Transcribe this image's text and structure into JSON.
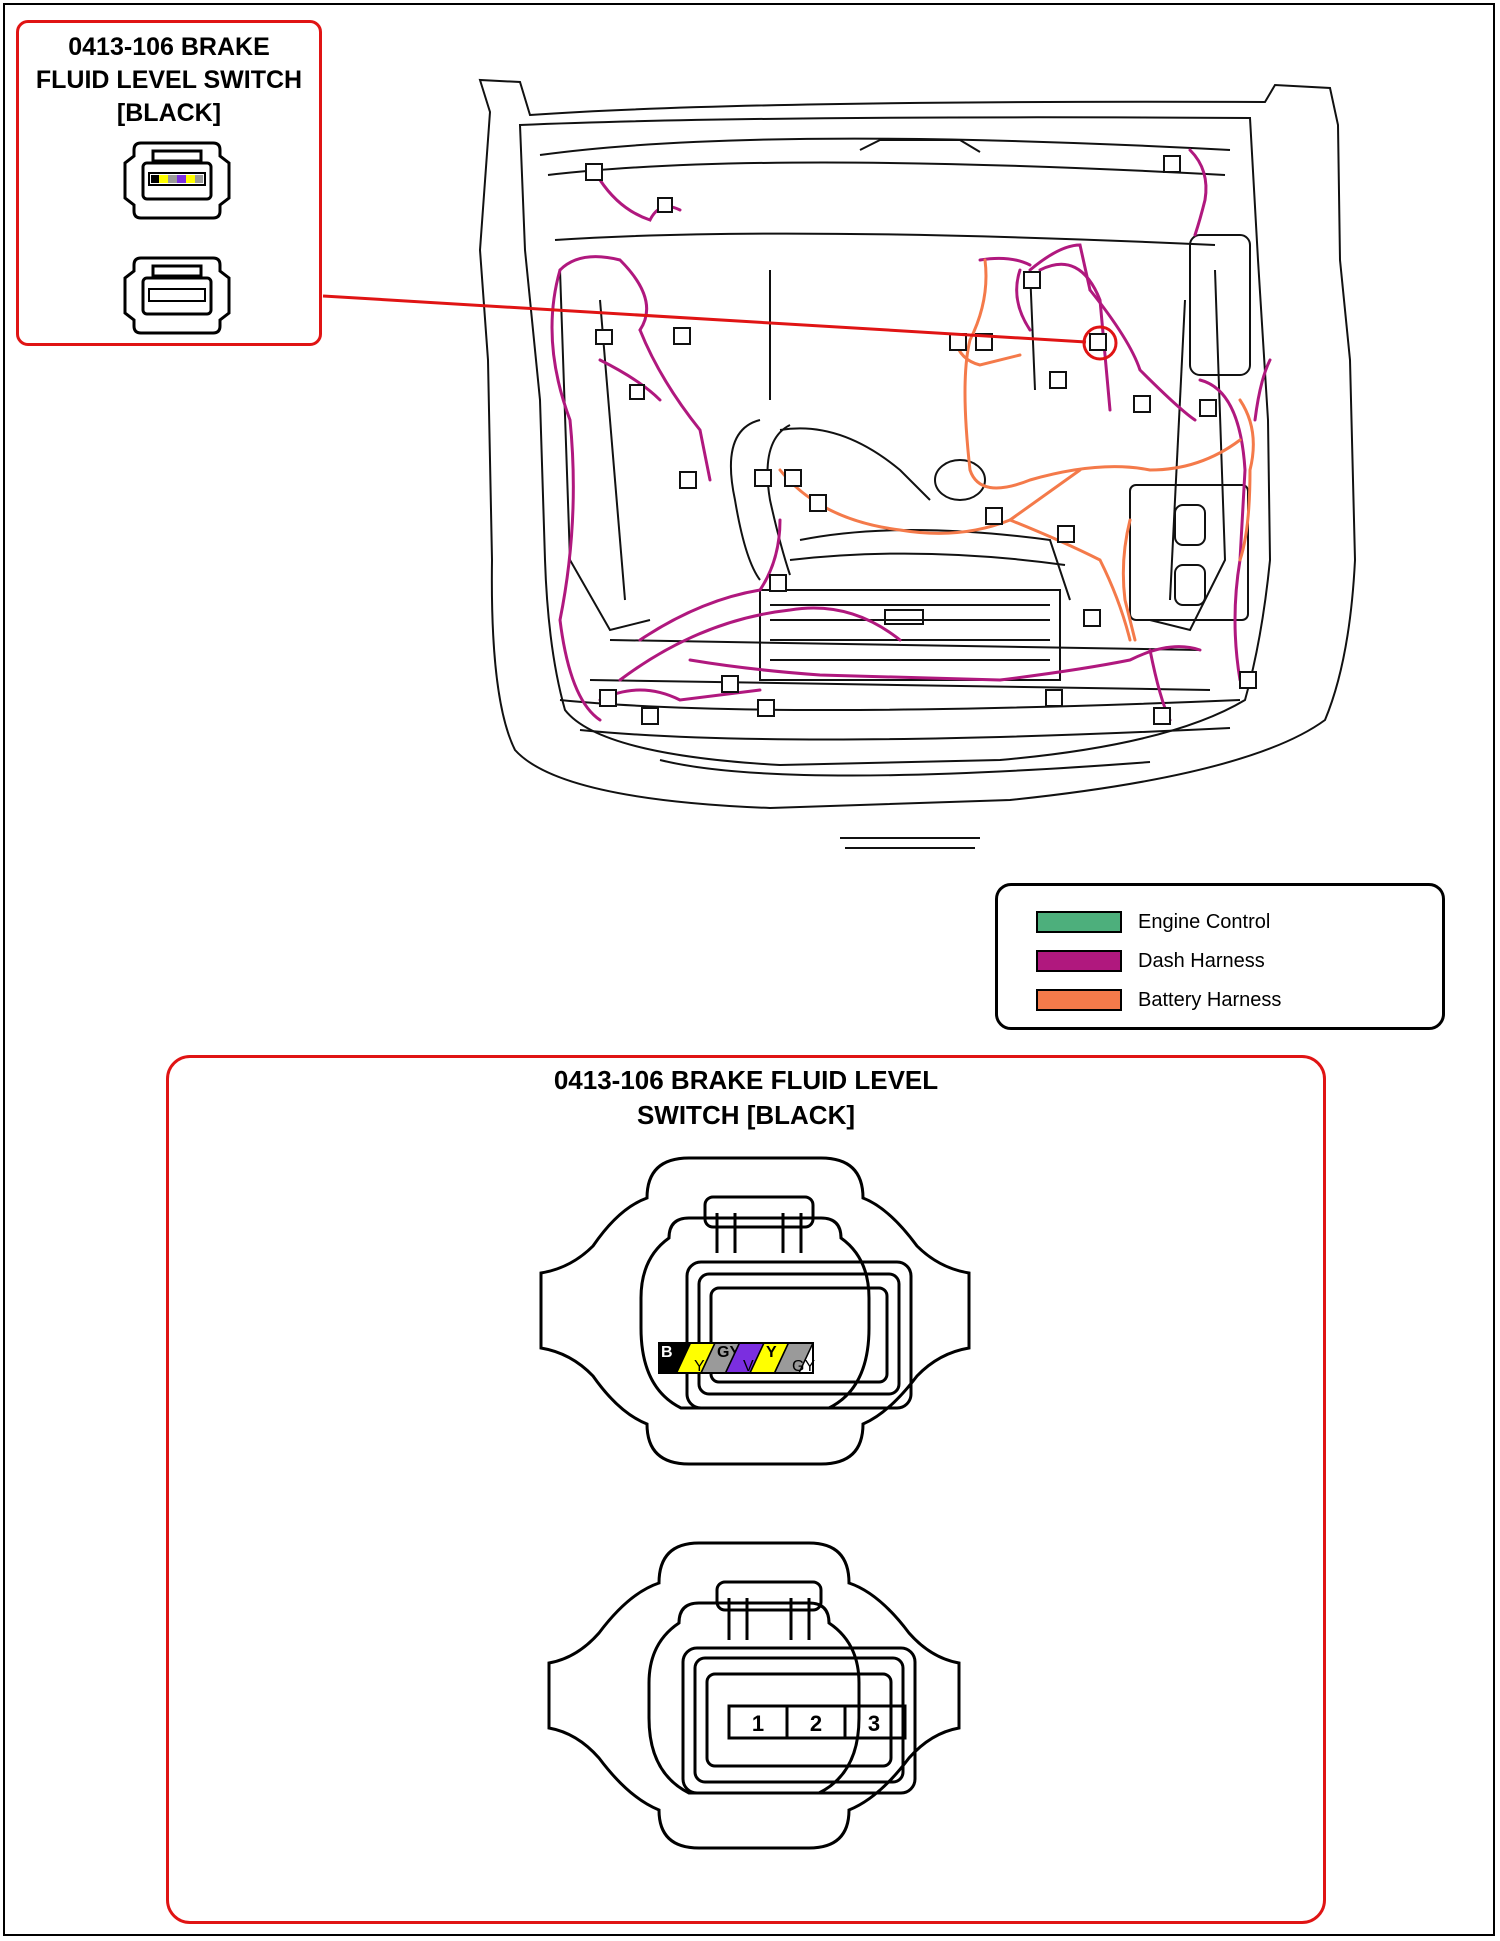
{
  "inset": {
    "title": "0413-106 BRAKE\nFLUID LEVEL SWITCH\n[BLACK]"
  },
  "legend": {
    "items": [
      {
        "label": "Engine Control",
        "color": "#4daf7c"
      },
      {
        "label": "Dash Harness",
        "color": "#b0187e"
      },
      {
        "label": "Battery Harness",
        "color": "#f47a4a"
      }
    ]
  },
  "detail": {
    "title": "0413-106 BRAKE FLUID LEVEL\nSWITCH [BLACK]",
    "wire_face": {
      "cells": [
        {
          "top": "B",
          "bottom": "",
          "color": "#000000",
          "text_color": "#ffffff"
        },
        {
          "top": "",
          "bottom": "Y",
          "color": "#ffff00",
          "text_color": "#000000"
        },
        {
          "top": "GY",
          "bottom": "",
          "color": "#9a9a9a",
          "text_color": "#000000"
        },
        {
          "top": "",
          "bottom": "V",
          "color": "#7b2ee0",
          "text_color": "#000000"
        },
        {
          "top": "Y",
          "bottom": "",
          "color": "#ffff00",
          "text_color": "#000000"
        },
        {
          "top": "",
          "bottom": "GY",
          "color": "#9a9a9a",
          "text_color": "#000000"
        }
      ]
    },
    "pin_face": {
      "pins": [
        "1",
        "2",
        "3"
      ]
    }
  },
  "colors": {
    "callout": "#e01414",
    "dash_harness": "#b0187e",
    "battery_harness": "#f47a4a"
  }
}
